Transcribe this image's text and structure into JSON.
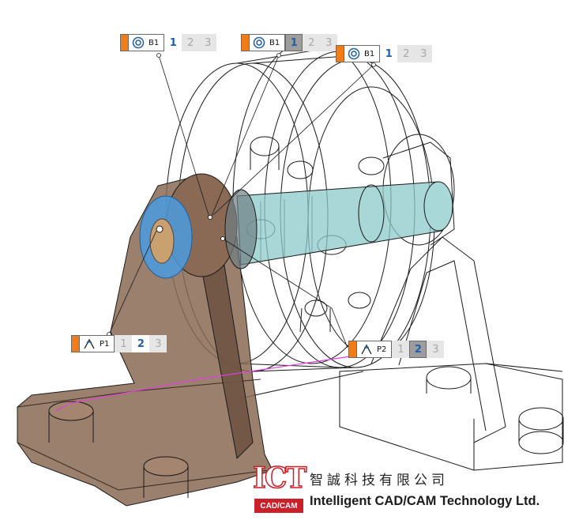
{
  "tags": [
    {
      "id": "b1-a",
      "ref": "B1",
      "icon": "concentric-mate-icon",
      "options": [
        "1",
        "2",
        "3"
      ],
      "active": 0,
      "boxed": -1
    },
    {
      "id": "b1-b",
      "ref": "B1",
      "icon": "concentric-mate-icon",
      "options": [
        "1",
        "2",
        "3"
      ],
      "active": 0,
      "boxed": 0
    },
    {
      "id": "b1-c",
      "ref": "B1",
      "icon": "concentric-mate-icon",
      "options": [
        "1",
        "2",
        "3"
      ],
      "active": 0,
      "boxed": -1
    },
    {
      "id": "p1",
      "ref": "P1",
      "icon": "plane-mate-icon",
      "options": [
        "1",
        "2",
        "3"
      ],
      "active": 1,
      "boxed": -1
    },
    {
      "id": "p2",
      "ref": "P2",
      "icon": "plane-mate-icon",
      "options": [
        "1",
        "2",
        "3"
      ],
      "active": 1,
      "boxed": 1
    }
  ],
  "logo": {
    "mark": "ICT",
    "sub": "CAD/CAM",
    "chinese_name": "智誠科技有限公司",
    "english_name": "Intelligent CAD/CAM Technology Ltd."
  },
  "colors": {
    "accent": "#f07d1a",
    "active_number": "#1d5fa8",
    "brand_red": "#c9202a",
    "bracket": "#7a5a45",
    "shaft": "#8cc8c8",
    "bushing": "#4a9be0",
    "mate_line": "#e040e0"
  }
}
